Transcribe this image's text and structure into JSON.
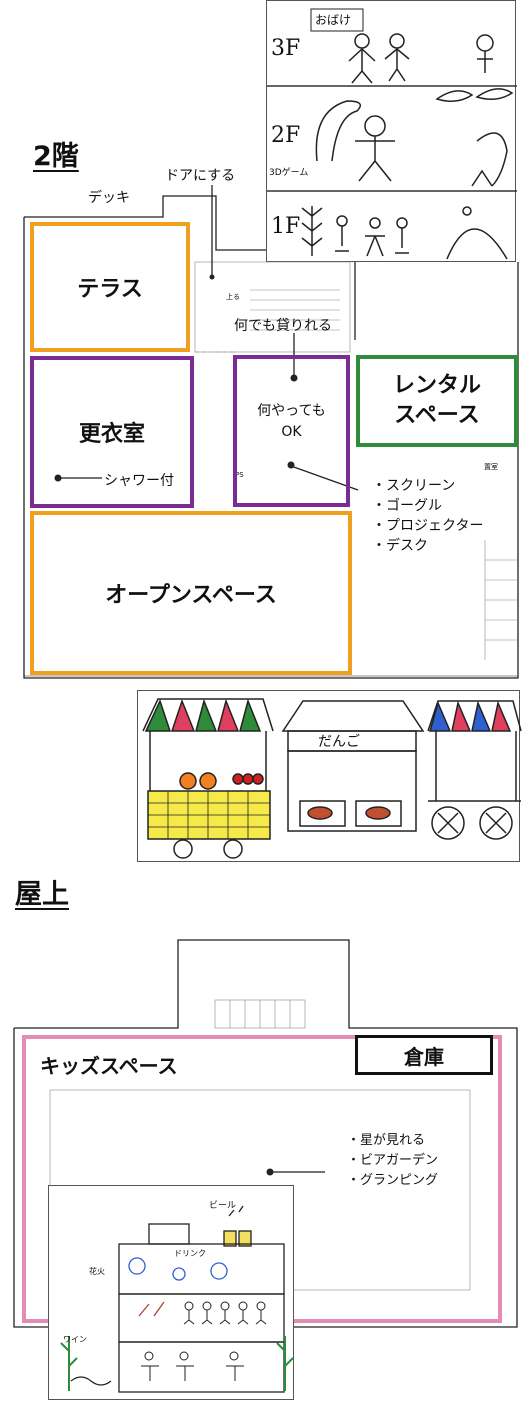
{
  "floor2": {
    "heading": "2階",
    "labels": {
      "deck": "デッキ",
      "door": "ドアにする",
      "rent_anything": "何でも貸りれる",
      "shower": "シャワー付",
      "up": "上る",
      "ps": "PS",
      "wc": "置室"
    },
    "rooms": {
      "terrace": "テラス",
      "changing_room": "更衣室",
      "anything_ok": "何やっても\nOK",
      "rental_space": "レンタル\nスペース",
      "open_space": "オープンスペース"
    },
    "equipment": [
      "・スクリーン",
      "・ゴーグル",
      "・プロジェクター",
      "・デスク"
    ],
    "sketch_top": {
      "floors": [
        "3F",
        "2F",
        "1F"
      ],
      "texts": [
        "おばけ",
        "3Dゲーム"
      ]
    },
    "sketch_stalls": {
      "texts": [
        "だんご"
      ]
    }
  },
  "rooftop": {
    "heading": "屋上",
    "kids_space": "キッズスペース",
    "storage": "倉庫",
    "features": [
      "・星が見れる",
      "・ビアガーデン",
      "・グランピング"
    ],
    "sketch_texts": [
      "ビール",
      "ドリンク",
      "ワイン",
      "花火"
    ]
  },
  "colors": {
    "orange": "#f0a020",
    "purple": "#7a2b94",
    "green": "#2e8b3a",
    "pink": "#e58cb5",
    "line": "#222222"
  },
  "icons": [
    "pencil-sketch-3f-ghost",
    "pencil-sketch-2f-dinosaur",
    "pencil-sketch-1f-plants",
    "stall-sketch",
    "building-sketch"
  ]
}
